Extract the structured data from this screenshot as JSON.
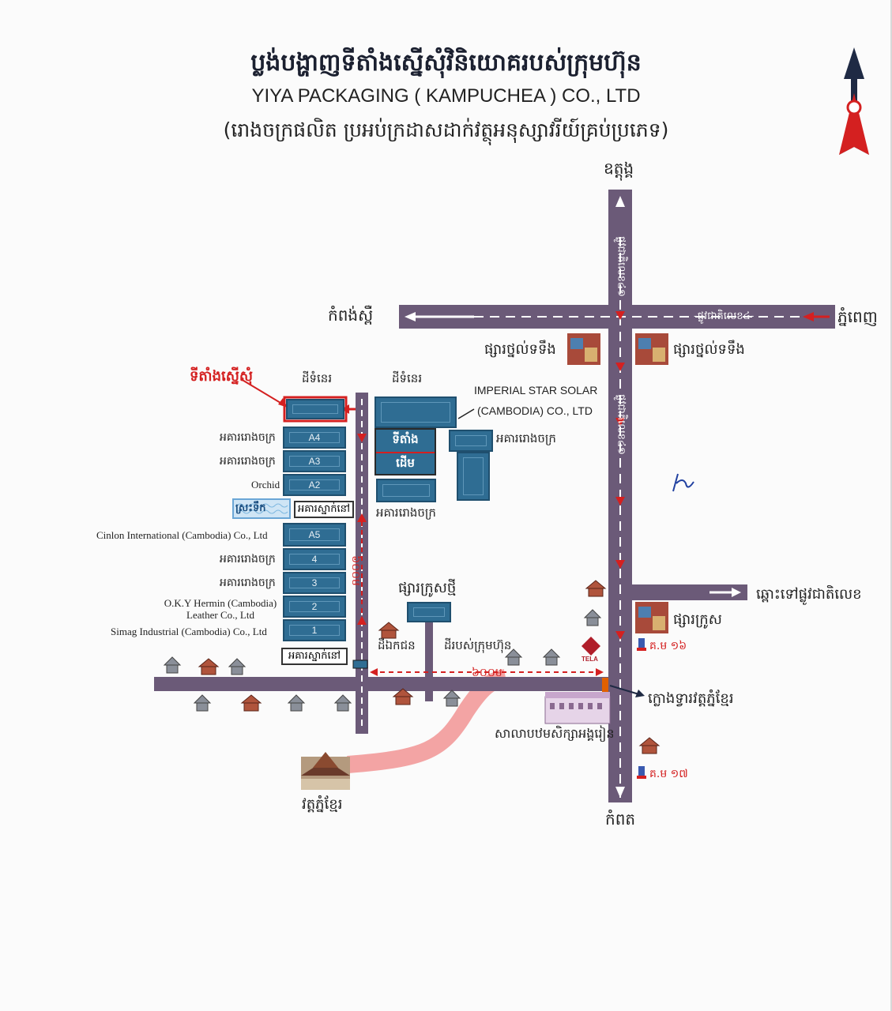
{
  "header": {
    "title_km": "ប្លង់បង្ហាញទីតាំងស្នើសុំវិនិយោគរបស់ក្រុមហ៊ុន",
    "title_en": "YIYA PACKAGING ( KAMPUCHEA ) CO., LTD",
    "subtitle_km": "(រោងចក្រផលិត ប្រអប់ក្រដាសដាក់វត្ថុអនុស្សាវរីយ៍គ្រប់ប្រភេទ)"
  },
  "directions": {
    "north": "ឧត្តុង្គ",
    "south": "កំពត",
    "west": "កំពង់ស្ពឺ",
    "east": "ភ្នំពេញ"
  },
  "roads": {
    "national_road_4": "-ផ្លូវជាតិលេខ៤-",
    "national_road_41_upper": "ផ្លូវជាតិលេខ៤១",
    "national_road_41_lower": "ផ្លូវជាតិលេខ៤១",
    "to_road_2": "ឆ្ពោះទៅផ្លូវជាតិលេខ",
    "distance_horizontal": "៦០០ម",
    "distance_vertical": "៦០០ម"
  },
  "landmarks": {
    "market_left": "ផ្សារថ្នល់ទទឹង",
    "market_right": "ផ្សារថ្នល់ទទឹង",
    "market_kros": "ផ្សារក្រូស",
    "market_new": "ផ្សារក្រូសថ្មី",
    "school": "សាលាបឋមសិក្សាអង្គរៀន",
    "wat_gate": "ក្លោងទ្វារវត្តភ្នំខ្មែរ",
    "wat": "វត្តភ្នំខ្មែរ",
    "km16": "គ.ម ១៦",
    "km17": "គ.ម ១៧",
    "tela_logo": "TELA"
  },
  "site": {
    "proposed_label": "ទីតាំងស្នើសុំ",
    "empty_land_left": "ដីទំនេរ",
    "empty_land_right": "ដីទំនេរ",
    "original_site_line1": "ទីតាំង",
    "original_site_line2": "ដើម",
    "imperial_line1": "IMPERIAL STAR SOLAR",
    "imperial_line2": "(CAMBODIA) CO., LTD",
    "factory_right": "អគាររោងចក្រ",
    "factory_bottom": "អគាររោងចក្រ",
    "pond": "ស្រះទឹក",
    "dorm_upper": "អគារស្នាក់នៅ",
    "dorm_lower": "អគារស្នាក់នៅ",
    "private_land_1": "ដីឯកជន",
    "private_land_2": "ដីរបស់ក្រុមហ៊ុន"
  },
  "buildings_left": [
    {
      "name": "អគាររោងចក្រ",
      "code": "A4"
    },
    {
      "name": "អគាររោងចក្រ",
      "code": "A3"
    },
    {
      "name": "Orchid",
      "code": "A2"
    },
    {
      "name": "Cinlon International (Cambodia) Co., Ltd",
      "code": "A5"
    },
    {
      "name": "អគាររោងចក្រ",
      "code": "4"
    },
    {
      "name": "អគាររោងចក្រ",
      "code": "3"
    },
    {
      "name": "O.K.Y Hermin (Cambodia) Leather Co., Ltd",
      "code": "2"
    },
    {
      "name": "Simag Industrial (Cambodia) Co., Ltd",
      "code": "1"
    }
  ],
  "compass": {
    "icon": "north-arrow-icon"
  },
  "colors": {
    "road": "#6b5a78",
    "building": "#2f6d93",
    "accent": "#d42020",
    "path": "#f2a0a0"
  }
}
